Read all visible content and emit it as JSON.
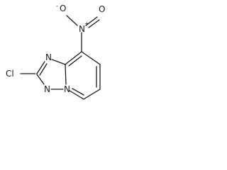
{
  "molecule": {
    "atoms": {
      "chlorine": "Cl",
      "nitro_nitrogen": "N",
      "nitro_oxygen_left": "O",
      "nitro_oxygen_right": "O",
      "ring_nitrogen_1": "N",
      "ring_nitrogen_2": "N",
      "ring_nitrogen_3": "N",
      "nitro_n_charge": "+",
      "nitro_o_charge": "-"
    }
  }
}
